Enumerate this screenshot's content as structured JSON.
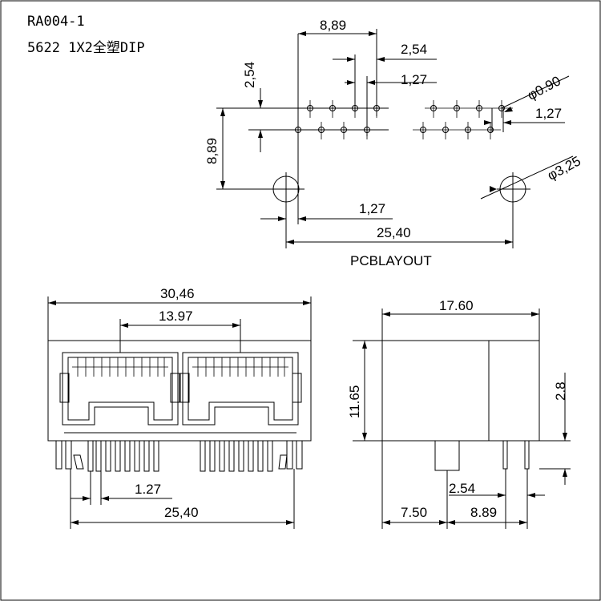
{
  "header": {
    "part_number": "RA004-1",
    "description": "5622 1X2全塑DIP"
  },
  "pcb_layout": {
    "title": "PCBLAYOUT",
    "dims": {
      "pitch_span": "8,89",
      "pin_pitch": "2,54",
      "row_offset": "1,27",
      "pin_hole_dia": "φ0.90",
      "right_offset": "1,27",
      "post_hole_dia": "φ3,25",
      "left_offset": "1,27",
      "overall_width": "25,40",
      "vertical_pitch": "2,54",
      "vertical_height": "8,89"
    }
  },
  "front_view": {
    "dims": {
      "overall_width": "30,46",
      "port_pitch": "13.97",
      "pin_pitch": "1.27",
      "post_span": "25,40"
    }
  },
  "side_view": {
    "dims": {
      "depth": "17.60",
      "height": "11.65",
      "pin_len": "2.8",
      "pin_gap": "2.54",
      "post_offset": "7.50",
      "pin_span": "8.89"
    }
  }
}
